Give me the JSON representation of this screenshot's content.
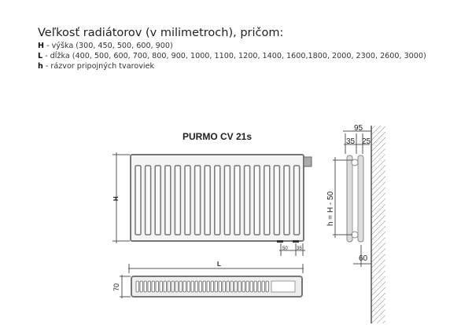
{
  "heading": "Veľkosť radiátorov (v milimetroch), pričom:",
  "legend": [
    {
      "key": "H",
      "text": " - výška (300, 450, 500, 600, 900)"
    },
    {
      "key": "L",
      "text": " - dĺžka (400, 500, 600, 700, 800, 900, 1000, 1100, 1200, 1400, 1600,1800, 2000, 2300, 2600, 3000)"
    },
    {
      "key": "h",
      "text": " - rázvor pripojných tvaroviek"
    }
  ],
  "diagram": {
    "title": "PURMO  CV 21s",
    "label_H": "H",
    "label_L": "L",
    "dim_50": "50",
    "dim_35_bottom": "35",
    "dim_70": "70",
    "side_95": "95",
    "side_35": "35",
    "side_25": "25",
    "side_h": "h = H - 50",
    "side_60": "60",
    "fin_count": 17
  }
}
